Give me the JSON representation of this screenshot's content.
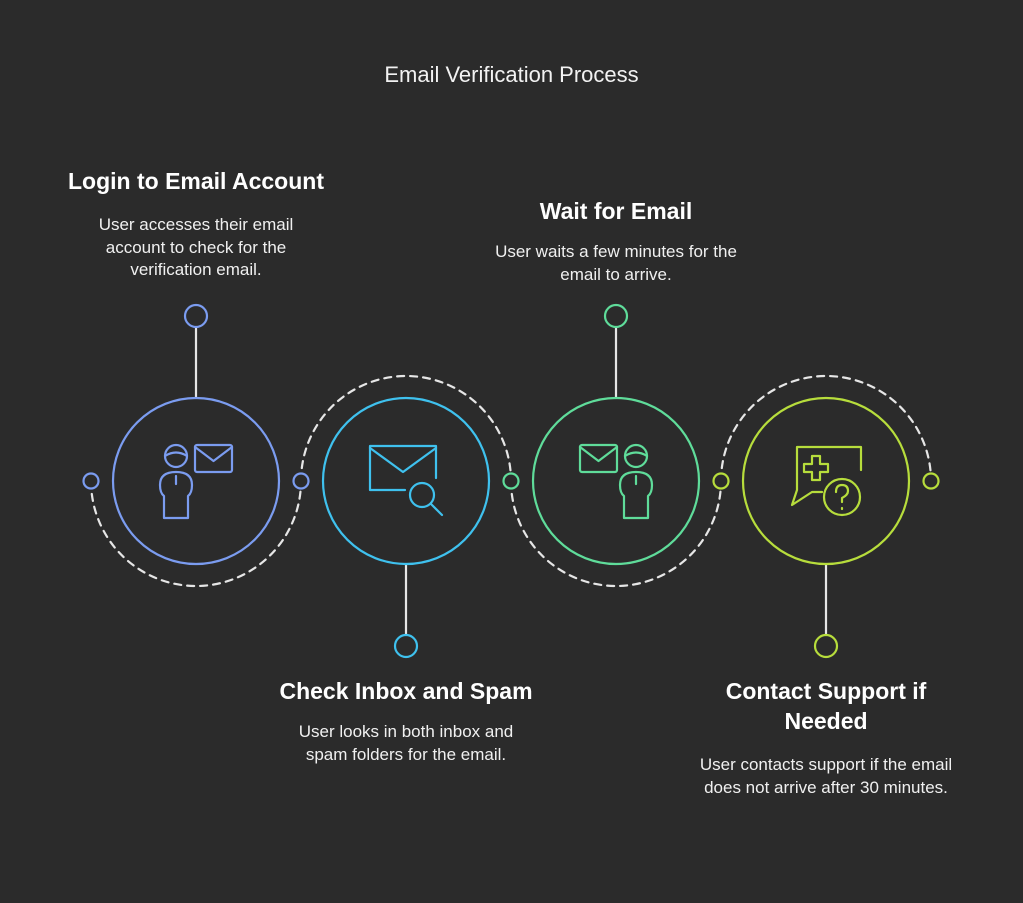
{
  "title": "Email Verification Process",
  "colors": {
    "background": "#2b2b2b",
    "step1": "#7b9cf0",
    "step2": "#3fc1ee",
    "step3": "#5fdc9a",
    "step4": "#b7dd3c",
    "connector": "#e6e6e6"
  },
  "steps": [
    {
      "title": "Login to Email Account",
      "description": "User accesses their email account to check for the verification email.",
      "icon": "user-with-envelope-icon"
    },
    {
      "title": "Check Inbox and Spam",
      "description": "User looks in both inbox and spam folders for the email.",
      "icon": "envelope-magnifier-icon"
    },
    {
      "title": "Wait for Email",
      "description": "User waits a few minutes for the email to arrive.",
      "icon": "envelope-with-user-icon"
    },
    {
      "title": "Contact Support if Needed",
      "description": "User contacts support if the email does not arrive after 30 minutes.",
      "icon": "support-chat-question-icon"
    }
  ]
}
